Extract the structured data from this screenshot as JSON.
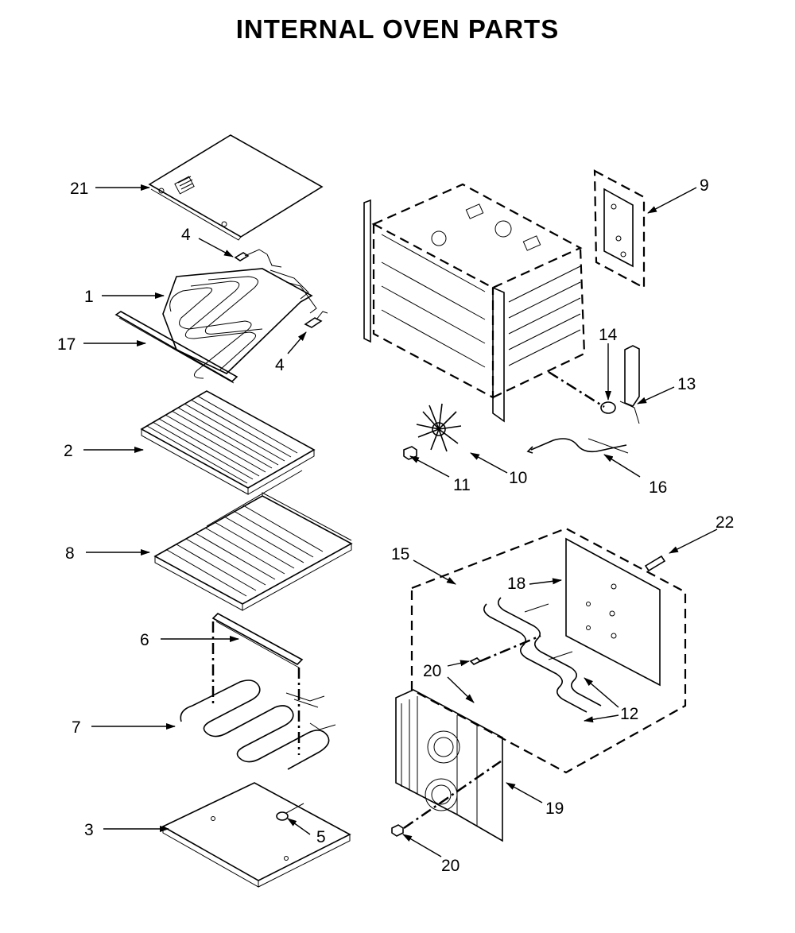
{
  "title": "INTERNAL OVEN PARTS",
  "callouts": [
    {
      "id": "c21",
      "text": "21"
    },
    {
      "id": "c4a",
      "text": "4"
    },
    {
      "id": "c1",
      "text": "1"
    },
    {
      "id": "c17",
      "text": "17"
    },
    {
      "id": "c4b",
      "text": "4"
    },
    {
      "id": "c2",
      "text": "2"
    },
    {
      "id": "c8",
      "text": "8"
    },
    {
      "id": "c6",
      "text": "6"
    },
    {
      "id": "c7",
      "text": "7"
    },
    {
      "id": "c3",
      "text": "3"
    },
    {
      "id": "c5",
      "text": "5"
    },
    {
      "id": "c9",
      "text": "9"
    },
    {
      "id": "c14",
      "text": "14"
    },
    {
      "id": "c13",
      "text": "13"
    },
    {
      "id": "c11",
      "text": "11"
    },
    {
      "id": "c10",
      "text": "10"
    },
    {
      "id": "c16",
      "text": "16"
    },
    {
      "id": "c22",
      "text": "22"
    },
    {
      "id": "c15",
      "text": "15"
    },
    {
      "id": "c18",
      "text": "18"
    },
    {
      "id": "c20a",
      "text": "20"
    },
    {
      "id": "c12",
      "text": "12"
    },
    {
      "id": "c19",
      "text": "19"
    },
    {
      "id": "c20b",
      "text": "20"
    }
  ]
}
